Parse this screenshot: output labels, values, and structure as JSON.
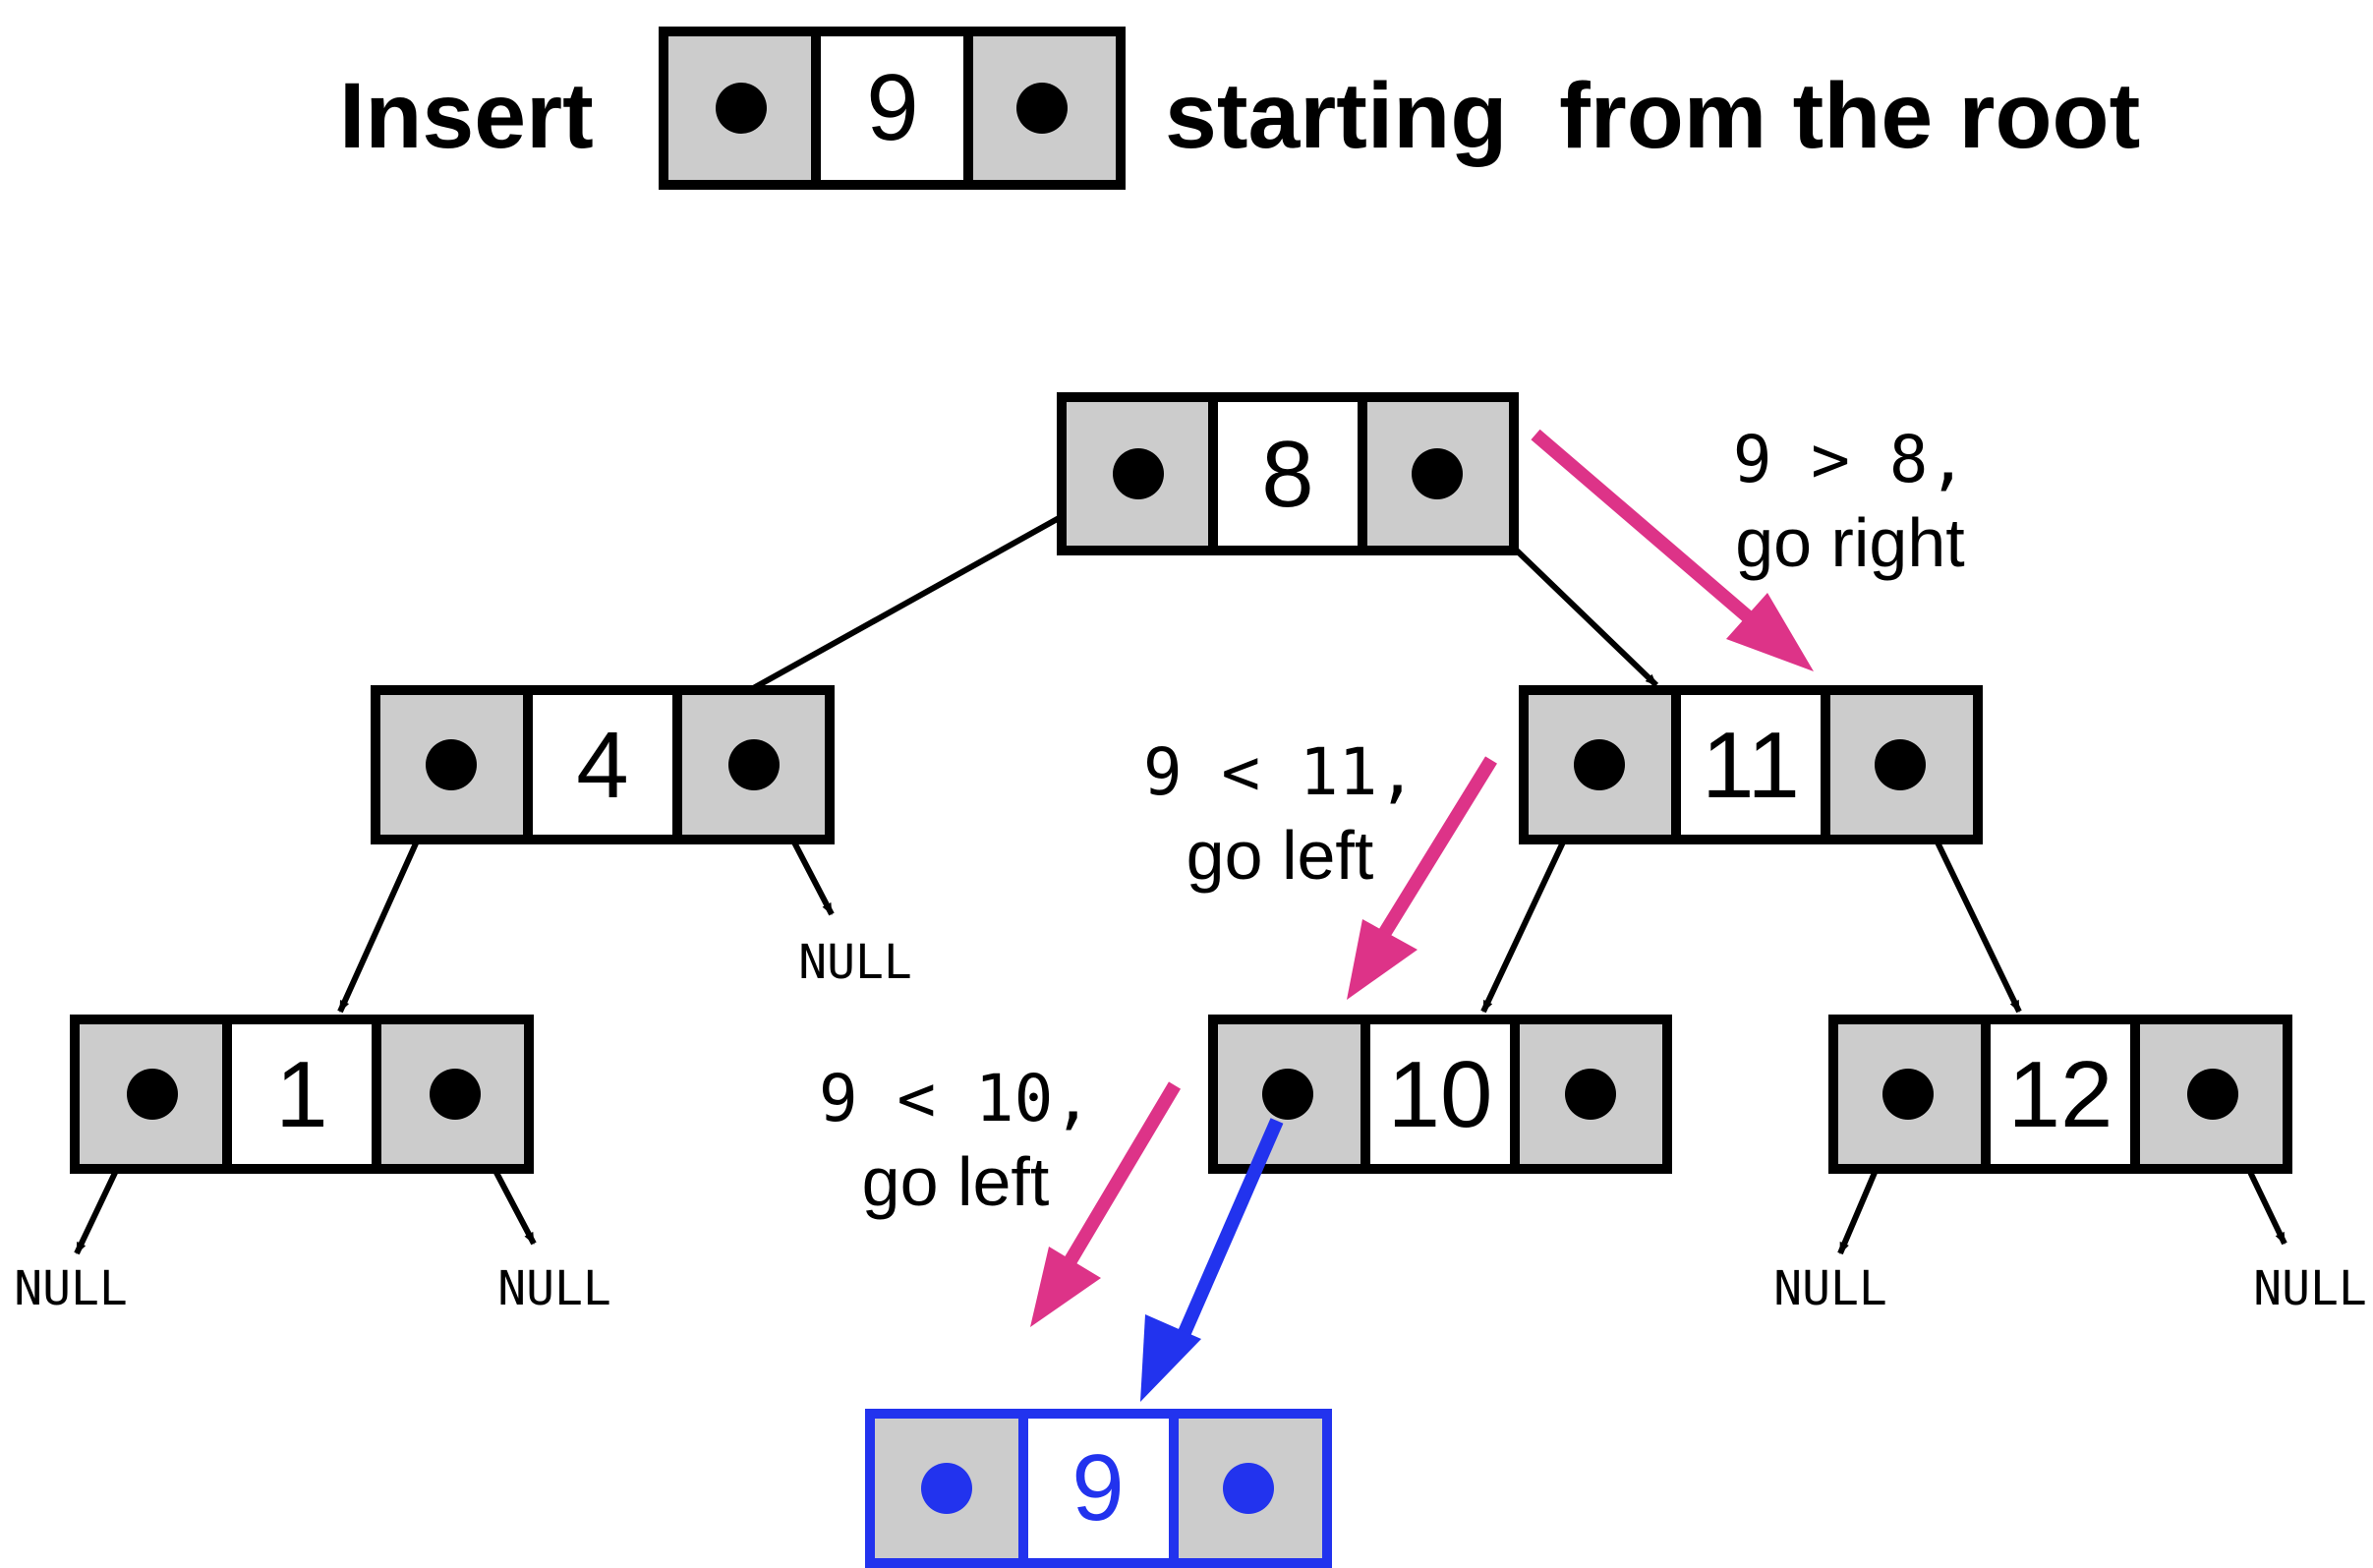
{
  "header": {
    "prefix": "Insert",
    "value": "9",
    "suffix": "starting  from the root"
  },
  "nodes": {
    "root": "8",
    "n4": "4",
    "n11": "11",
    "n1": "1",
    "n10": "10",
    "n12": "12",
    "inserted": "9"
  },
  "steps": [
    {
      "compare": "9 > 8,",
      "action": "go right"
    },
    {
      "compare": "9 < 11,",
      "action": "go left"
    },
    {
      "compare": "9 < 10,",
      "action": "go left"
    }
  ],
  "null_label": "NULL",
  "colors": {
    "pointer_cell": "#cccccc",
    "value_cell": "#ffffff",
    "outline": "#000000",
    "traversal_arrow": "#dd3388",
    "inserted_node": "#2233ee"
  }
}
